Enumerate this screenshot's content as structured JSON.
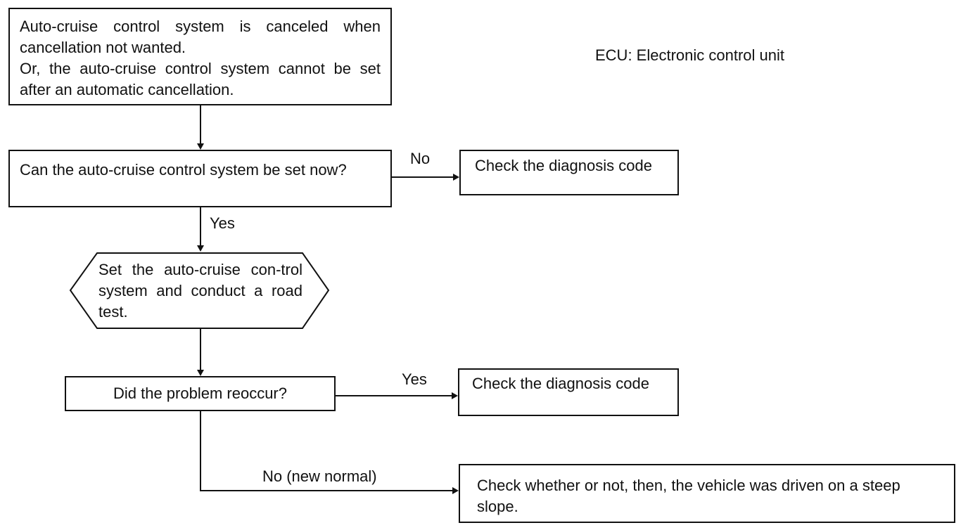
{
  "legend": {
    "text": "ECU: Electronic control unit"
  },
  "nodes": {
    "start": {
      "text": "Auto-cruise control system is canceled when cancellation not wanted.\nOr, the auto-cruise control system cannot be set after an automatic cancellation."
    },
    "can_set": {
      "text": "Can the auto-cruise control system be set now?"
    },
    "check_code_1": {
      "text": "Check the diagnosis code"
    },
    "road_test": {
      "text": "Set the auto-cruise con-trol system and conduct a road test."
    },
    "reoccur": {
      "text": "Did the problem reoccur?"
    },
    "check_code_2": {
      "text": "Check the diagnosis code"
    },
    "steep_slope": {
      "text": "Check whether or not, then, the vehicle was driven on a steep slope."
    }
  },
  "edges": {
    "no_1": "No",
    "yes_1": "Yes",
    "yes_2": "Yes",
    "no_2": "No (new normal)"
  }
}
